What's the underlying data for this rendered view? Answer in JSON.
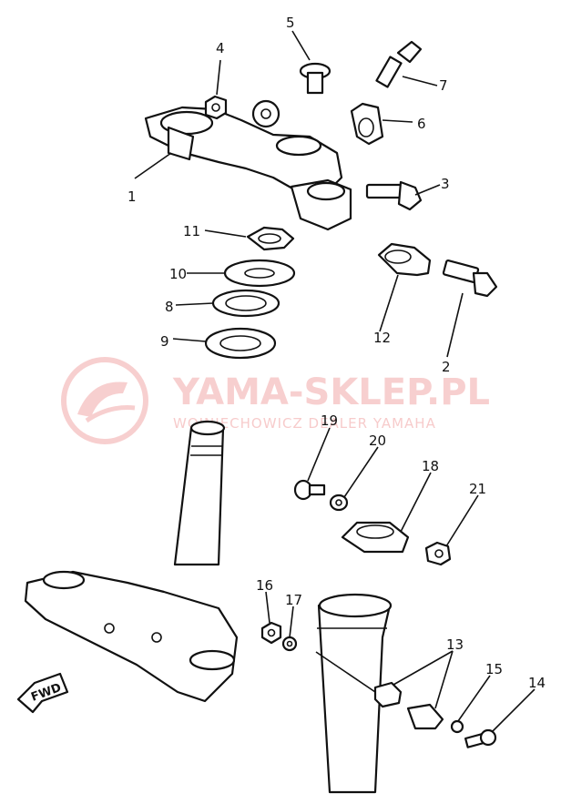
{
  "watermark": {
    "brand": "YAMA-SKLEP.PL",
    "tagline": "WOJNIECHOWICZ DEALER YAMAHA",
    "color": "#f2a9a9"
  },
  "direction_tag": "FWD",
  "callouts": [
    "1",
    "2",
    "3",
    "4",
    "5",
    "6",
    "7",
    "8",
    "9",
    "10",
    "11",
    "12",
    "13",
    "14",
    "15",
    "16",
    "17",
    "18",
    "19",
    "20",
    "21"
  ]
}
